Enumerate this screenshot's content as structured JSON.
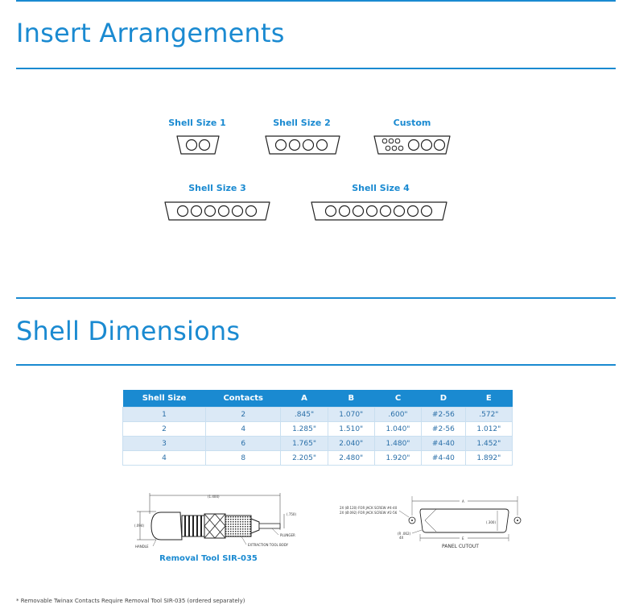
{
  "sections": {
    "insert_title": "Insert Arrangements",
    "shell_title": "Shell Dimensions"
  },
  "connectors": {
    "shell1": "Shell Size 1",
    "shell2": "Shell Size 2",
    "custom": "Custom",
    "shell3": "Shell Size 3",
    "shell4": "Shell Size 4"
  },
  "table": {
    "headers": [
      "Shell Size",
      "Contacts",
      "A",
      "B",
      "C",
      "D",
      "E"
    ],
    "rows": [
      [
        "1",
        "2",
        ".845\"",
        "1.070\"",
        ".600\"",
        "#2-56",
        ".572\""
      ],
      [
        "2",
        "4",
        "1.285\"",
        "1.510\"",
        "1.040\"",
        "#2-56",
        "1.012\""
      ],
      [
        "3",
        "6",
        "1.765\"",
        "2.040\"",
        "1.480\"",
        "#4-40",
        "1.452\""
      ],
      [
        "4",
        "8",
        "2.205\"",
        "2.480\"",
        "1.920\"",
        "#4-40",
        "1.892\""
      ]
    ]
  },
  "tool": {
    "caption": "Removal Tool SIR-035",
    "dim_top": "(1.400)",
    "dim_left": "(.094)",
    "dim_right": "(.750)",
    "label_handle": "HANDLE",
    "label_body": "EXTRACTION TOOL BODY",
    "label_plunger": "PLUNGER"
  },
  "cutout": {
    "note1": "2X (Ø.120) FOR JACK SCREW #4-40",
    "note2": "2X (Ø.092) FOR JACK SCREW #2-56",
    "radius": "(R .062)",
    "radius_qty": "4X",
    "dim_a": "A",
    "dim_e": "E",
    "dim_h": "(.300)",
    "caption": "PANEL CUTOUT"
  },
  "footnote": "* Removable Twinax Contacts Require Removal Tool SIR-035 (ordered separately)"
}
